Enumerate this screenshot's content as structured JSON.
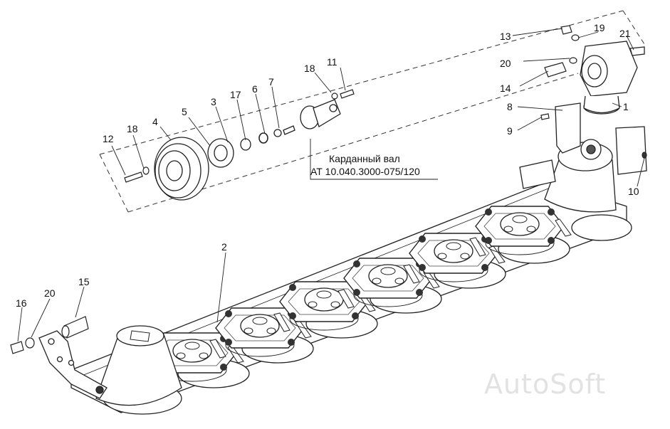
{
  "callout": {
    "line1": "Карданный вал",
    "line2": "АТ 10.040.3000-075/120"
  },
  "watermark": "AutoSoft",
  "labels": [
    {
      "id": "1",
      "text": "1"
    },
    {
      "id": "2",
      "text": "2"
    },
    {
      "id": "3",
      "text": "3"
    },
    {
      "id": "4",
      "text": "4"
    },
    {
      "id": "5",
      "text": "5"
    },
    {
      "id": "6",
      "text": "6"
    },
    {
      "id": "7",
      "text": "7"
    },
    {
      "id": "8",
      "text": "8"
    },
    {
      "id": "9",
      "text": "9"
    },
    {
      "id": "10",
      "text": "10"
    },
    {
      "id": "11",
      "text": "11"
    },
    {
      "id": "12",
      "text": "12"
    },
    {
      "id": "13",
      "text": "13"
    },
    {
      "id": "14",
      "text": "14"
    },
    {
      "id": "15",
      "text": "15"
    },
    {
      "id": "16",
      "text": "16"
    },
    {
      "id": "17",
      "text": "17"
    },
    {
      "id": "18a",
      "text": "18"
    },
    {
      "id": "18b",
      "text": "18"
    },
    {
      "id": "19",
      "text": "19"
    },
    {
      "id": "20a",
      "text": "20"
    },
    {
      "id": "20b",
      "text": "20"
    },
    {
      "id": "21",
      "text": "21"
    }
  ]
}
